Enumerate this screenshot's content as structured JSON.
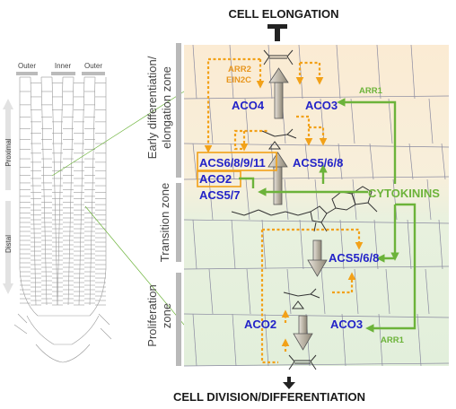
{
  "title_top": "CELL ELONGATION",
  "title_bottom": "CELL DIVISION/DIFFERENTIATION",
  "root_columns": [
    "Outer",
    "Inner",
    "Outer"
  ],
  "root_axis": {
    "proximal": "Proximal",
    "distal": "Distal"
  },
  "zones": {
    "early": [
      "Early differentiation/",
      "elongation zone"
    ],
    "transition": "Transition zone",
    "proliferation": [
      "Proliferation",
      "zone"
    ]
  },
  "labels": {
    "arr2": "ARR2",
    "ein2c": "EIN2C",
    "arr1_top": "ARR1",
    "arr1_bottom": "ARR1",
    "aco4": "ACO4",
    "aco3_top": "ACO3",
    "acs6": "ACS6/8/9/11",
    "aco2_top": "ACO2",
    "acs57": "ACS5/7",
    "acs568_top": "ACS5/6/8",
    "cytokinins": "CYTOKININS",
    "acs568_bottom": "ACS5/6/8",
    "aco2_bottom": "ACO2",
    "aco3_bottom": "ACO3"
  },
  "colors": {
    "blue_enzyme": "#2323c8",
    "green_cytokinin": "#6cb33a",
    "orange_regulator": "#e8961e",
    "zone_top_bg": "#fbebd3",
    "zone_bottom_bg": "#e4f0dd"
  }
}
